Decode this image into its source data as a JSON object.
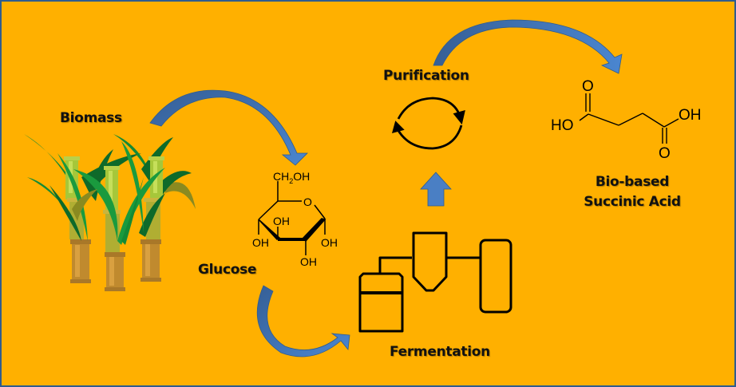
{
  "diagram": {
    "title": "Bio-based succinic acid production process",
    "background_color": "#FFB000",
    "border_color": "#2f5c8f",
    "arrow_color": "#4a7fc4",
    "stages": [
      {
        "id": "biomass",
        "label": "Biomass",
        "icon": "sugarcane-icon"
      },
      {
        "id": "glucose",
        "label": "Glucose",
        "icon": "glucose-structure"
      },
      {
        "id": "fermentation",
        "label": "Fermentation",
        "icon": "fermentation-equipment-icon"
      },
      {
        "id": "purification",
        "label": "Purification",
        "icon": "recycle-cycle-icon"
      },
      {
        "id": "product",
        "label_line1": "Bio-based",
        "label_line2": "Succinic Acid",
        "icon": "succinic-acid-structure"
      }
    ],
    "flows": [
      {
        "from": "biomass",
        "to": "glucose",
        "shape": "curved-arrow"
      },
      {
        "from": "glucose",
        "to": "fermentation",
        "shape": "curved-arrow"
      },
      {
        "from": "fermentation",
        "to": "purification",
        "shape": "block-arrow-up"
      },
      {
        "from": "purification",
        "to": "product",
        "shape": "curved-arrow"
      }
    ],
    "glucose_structure": {
      "substituents": [
        "CH",
        "2",
        "OH",
        "O",
        "OH",
        "OH",
        "OH",
        "OH"
      ]
    },
    "succinic_acid_structure": {
      "atoms": [
        "O",
        "HO",
        "OH",
        "O"
      ]
    }
  }
}
